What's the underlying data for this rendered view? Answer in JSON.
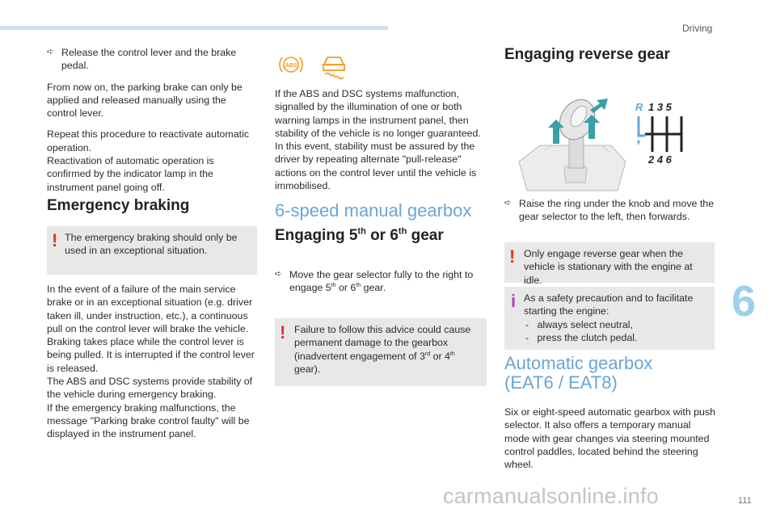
{
  "header": {
    "section": "Driving",
    "chapter": "6",
    "page": "111"
  },
  "watermark": "carmanualsonline.info",
  "col1": {
    "bullet1": "Release the control lever and the brake pedal.",
    "para1": "From now on, the parking brake can only be applied and released manually using the control lever.",
    "para2": "Repeat this procedure to reactivate automatic operation.",
    "para3": "Reactivation of automatic operation is confirmed by the indicator lamp in the instrument panel going off.",
    "heading": "Emergency braking",
    "warning": "The emergency braking should only be used in an exceptional situation.",
    "body1": "In the event of a failure of the main service brake or in an exceptional situation (e.g. driver taken ill, under instruction, etc.), a continuous pull on the control lever will brake the vehicle.",
    "body2": "Braking takes place while the control lever is being pulled. It is interrupted if the control lever is released.",
    "body3": "The ABS and DSC systems provide stability of the vehicle during emergency braking.",
    "body4": "If the emergency braking malfunctions, the message \"Parking brake control faulty\" will be displayed in the instrument panel."
  },
  "col2": {
    "abs_label": "ABS",
    "para": "If the ABS and DSC systems malfunction, signalled by the illumination of one or both warning lamps in the instrument panel, then stability of the vehicle is no longer guaranteed. In this event, stability must be assured by the driver by repeating alternate \"pull-release\" actions on the control lever until the vehicle is immobilised.",
    "gearbox_heading": "6-speed manual gearbox",
    "engage_heading": "Engaging 5th or 6th gear",
    "bullet": "Move the gear selector fully to the right to engage 5th or 6th gear.",
    "warning": "Failure to follow this advice could cause permanent damage to the gearbox (inadvertent engagement of 3rd or 4th gear)."
  },
  "col3": {
    "heading": "Engaging reverse gear",
    "diagram": {
      "reverse": "R",
      "top_gears": "1 3 5",
      "bottom_gears": "2 4 6"
    },
    "bullet": "Raise the ring under the knob and move the gear selector to the left, then forwards.",
    "warning": "Only engage reverse gear when the vehicle is stationary with the engine at idle.",
    "info_intro": "As a safety precaution and to facilitate starting the engine:",
    "info_items": [
      "always select neutral,",
      "press the clutch pedal."
    ],
    "auto_heading_1": "Automatic gearbox",
    "auto_heading_2": "(EAT6 / EAT8)",
    "auto_para": "Six or eight-speed automatic gearbox with push selector. It also offers a temporary manual mode with gear changes via steering mounted control paddles, located behind the steering wheel."
  },
  "colors": {
    "accent_blue": "#6aa6d4",
    "warning_red": "#e0322b",
    "info_purple": "#b344b8",
    "lamp_orange": "#f29a1f",
    "arrow_teal": "#3aa0a8"
  }
}
